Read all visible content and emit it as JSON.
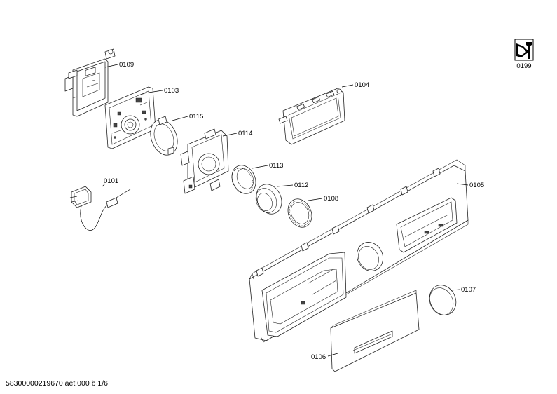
{
  "parts": {
    "p0101": "0101",
    "p0103": "0103",
    "p0104": "0104",
    "p0105": "0105",
    "p0106": "0106",
    "p0107": "0107",
    "p0108": "0108",
    "p0109": "0109",
    "p0112": "0112",
    "p0113": "0113",
    "p0114": "0114",
    "p0115": "0115",
    "p0199": "0199"
  },
  "footer": "58300000219670 aet 000 b 1/6",
  "icons": {
    "service": "wrench-icon"
  }
}
